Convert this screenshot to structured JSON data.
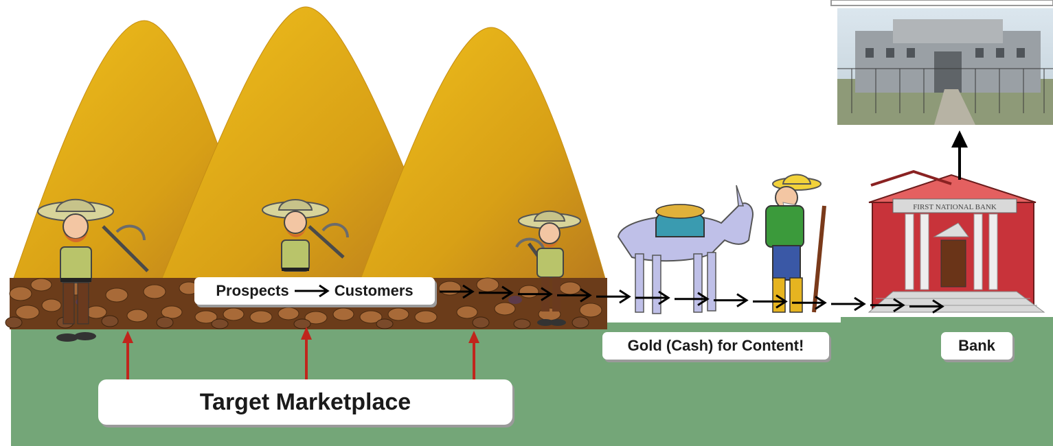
{
  "labels": {
    "prospects": "Prospects",
    "customers": "Customers",
    "gold_for_content": "Gold (Cash) for Content!",
    "bank": "Bank",
    "target_marketplace": "Target Marketplace",
    "bank_sign": "FIRST NATIONAL BANK"
  },
  "colors": {
    "ground": "#74a678",
    "mountain": "#d9a21a",
    "arrow": "#000000",
    "red_arrow": "#c0251c",
    "bank_brick": "#c8333a"
  },
  "icons": {
    "miner": "prospector-with-pickaxe",
    "mule": "mule-with-pack",
    "bank": "bank-building",
    "vault": "fort-knox-vault-photo"
  }
}
